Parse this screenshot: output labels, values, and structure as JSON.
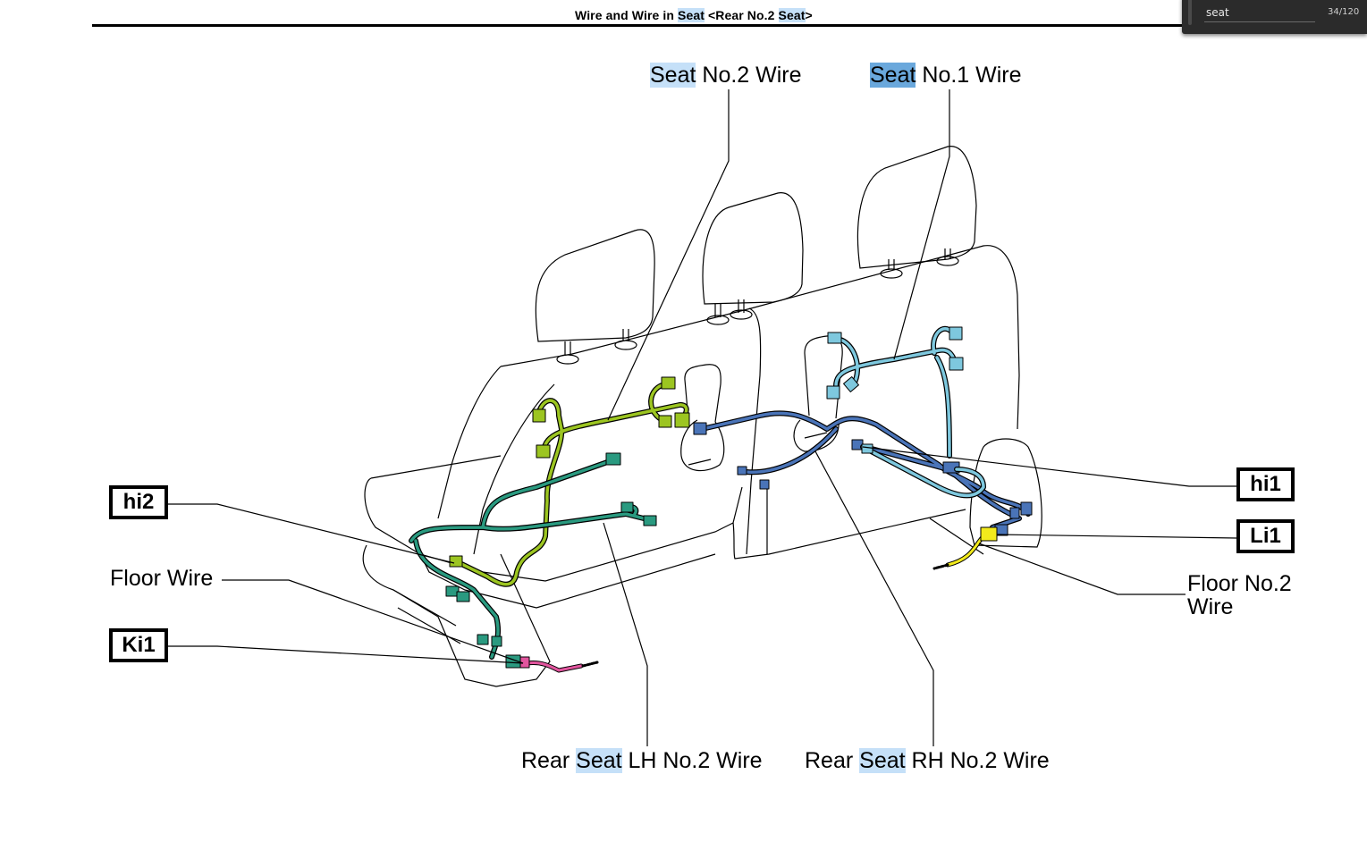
{
  "document": {
    "title_parts": [
      {
        "text": "Wire and Wire in ",
        "highlight": "none"
      },
      {
        "text": "Seat",
        "highlight": "match"
      },
      {
        "text": " <Rear No.2 ",
        "highlight": "none"
      },
      {
        "text": "Seat",
        "highlight": "match"
      },
      {
        "text": ">",
        "highlight": "none"
      }
    ]
  },
  "find_bar": {
    "query": "seat",
    "match_count": "34/120"
  },
  "diagram": {
    "labels": {
      "seat_no2_wire": {
        "highlight_text": "Seat",
        "rest_text": " No.2 Wire"
      },
      "seat_no1_wire": {
        "highlight_text": "Seat",
        "rest_text": " No.1 Wire"
      },
      "floor_wire": "Floor Wire",
      "floor_no2_wire_line1": "Floor No.2",
      "floor_no2_wire_line2": "Wire",
      "rear_seat_lh_no2_wire": {
        "prefix": "Rear ",
        "highlight_text": "Seat",
        "rest_text": " LH No.2 Wire"
      },
      "rear_seat_rh_no2_wire": {
        "prefix": "Rear ",
        "highlight_text": "Seat",
        "rest_text": " RH No.2 Wire"
      }
    },
    "connectors": {
      "hi2": "hi2",
      "ki1": "Ki1",
      "hi1": "hi1",
      "li1": "Li1"
    },
    "wire_colors": {
      "seat_no2_wire": "#9cc521",
      "seat_no1_wire": "#7ec8de",
      "rear_seat_lh_no2_wire": "#2a9a80",
      "rear_seat_rh_no2_wire": "#4a74b8",
      "floor_wire": "#e2559e",
      "floor_no2_wire": "#f2ea1c"
    },
    "highlight_colors": {
      "match": "#c5e0f8",
      "current_match": "#6aa8dc"
    }
  }
}
